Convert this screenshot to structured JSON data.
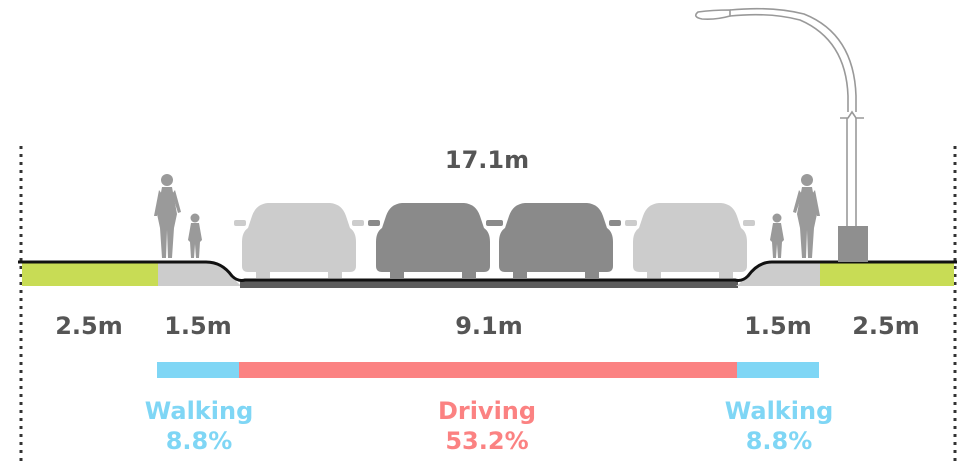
{
  "total_width": "17.1m",
  "widths": {
    "left_green": "2.5m",
    "left_sidewalk": "1.5m",
    "roadway": "9.1m",
    "right_sidewalk": "1.5m",
    "right_green": "2.5m"
  },
  "modes": {
    "left_walking": {
      "label": "Walking",
      "percent": "8.8%"
    },
    "driving": {
      "label": "Driving",
      "percent": "53.2%"
    },
    "right_walking": {
      "label": "Walking",
      "percent": "8.8%"
    }
  },
  "colors": {
    "walking": "#7fd6f5",
    "driving": "#fb8282",
    "green_strip": "#c8dc55",
    "sidewalk": "#cccccc",
    "road": "#5c5c5c",
    "car_light": "#cccccc",
    "car_dark": "#8a8a8a",
    "pedestrian": "#9a9a9a",
    "label_text": "#555555"
  },
  "icons": [
    "pedestrian-icon",
    "car-icon",
    "street-lamp-icon"
  ]
}
